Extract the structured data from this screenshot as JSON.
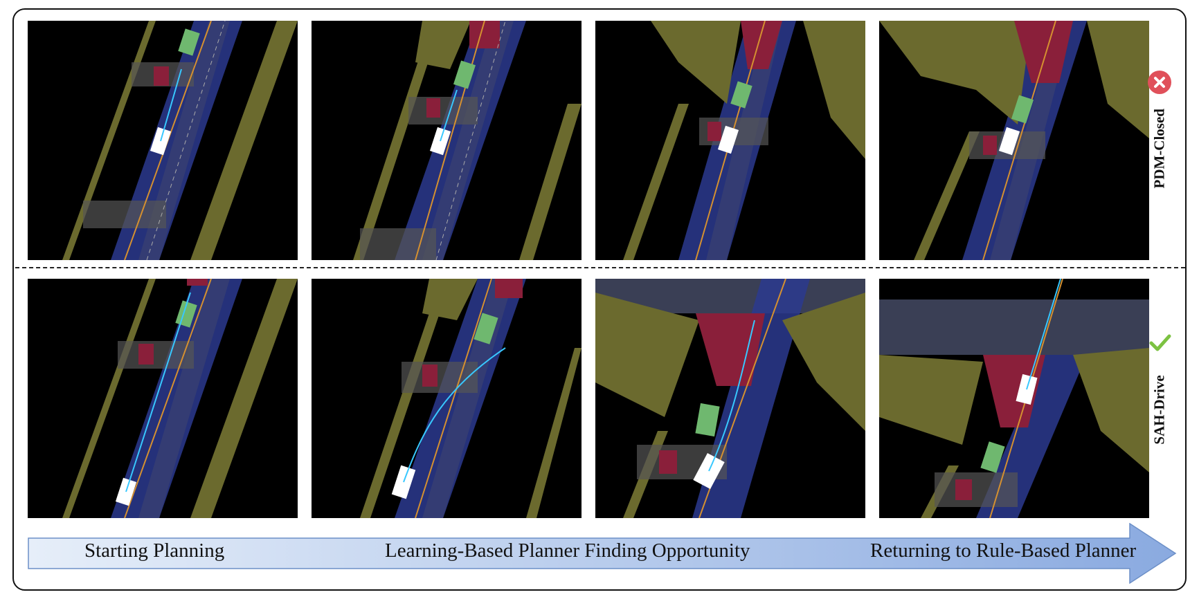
{
  "row_labels": {
    "top": "PDM-Closed",
    "bottom": "SAH-Drive"
  },
  "status_icons": {
    "top": "close-x-icon",
    "bottom": "checkmark-icon"
  },
  "colors": {
    "fail": "#e0505a",
    "success": "#7cc242",
    "lane": "#2b3a8f",
    "road_shoulder": "#6b6a2e",
    "crosswalk": "#8a1f3a",
    "vehicle_other": "#6fb86f",
    "ego_vehicle": "#ffffff",
    "trajectory": "#38c8ff",
    "arrow_start": "#e6eef9",
    "arrow_end": "#8aaae0"
  },
  "timeline": {
    "stage1": "Starting Planning",
    "stage2": "Learning-Based Planner Finding Opportunity",
    "stage3": "Returning to Rule-Based Planner"
  }
}
